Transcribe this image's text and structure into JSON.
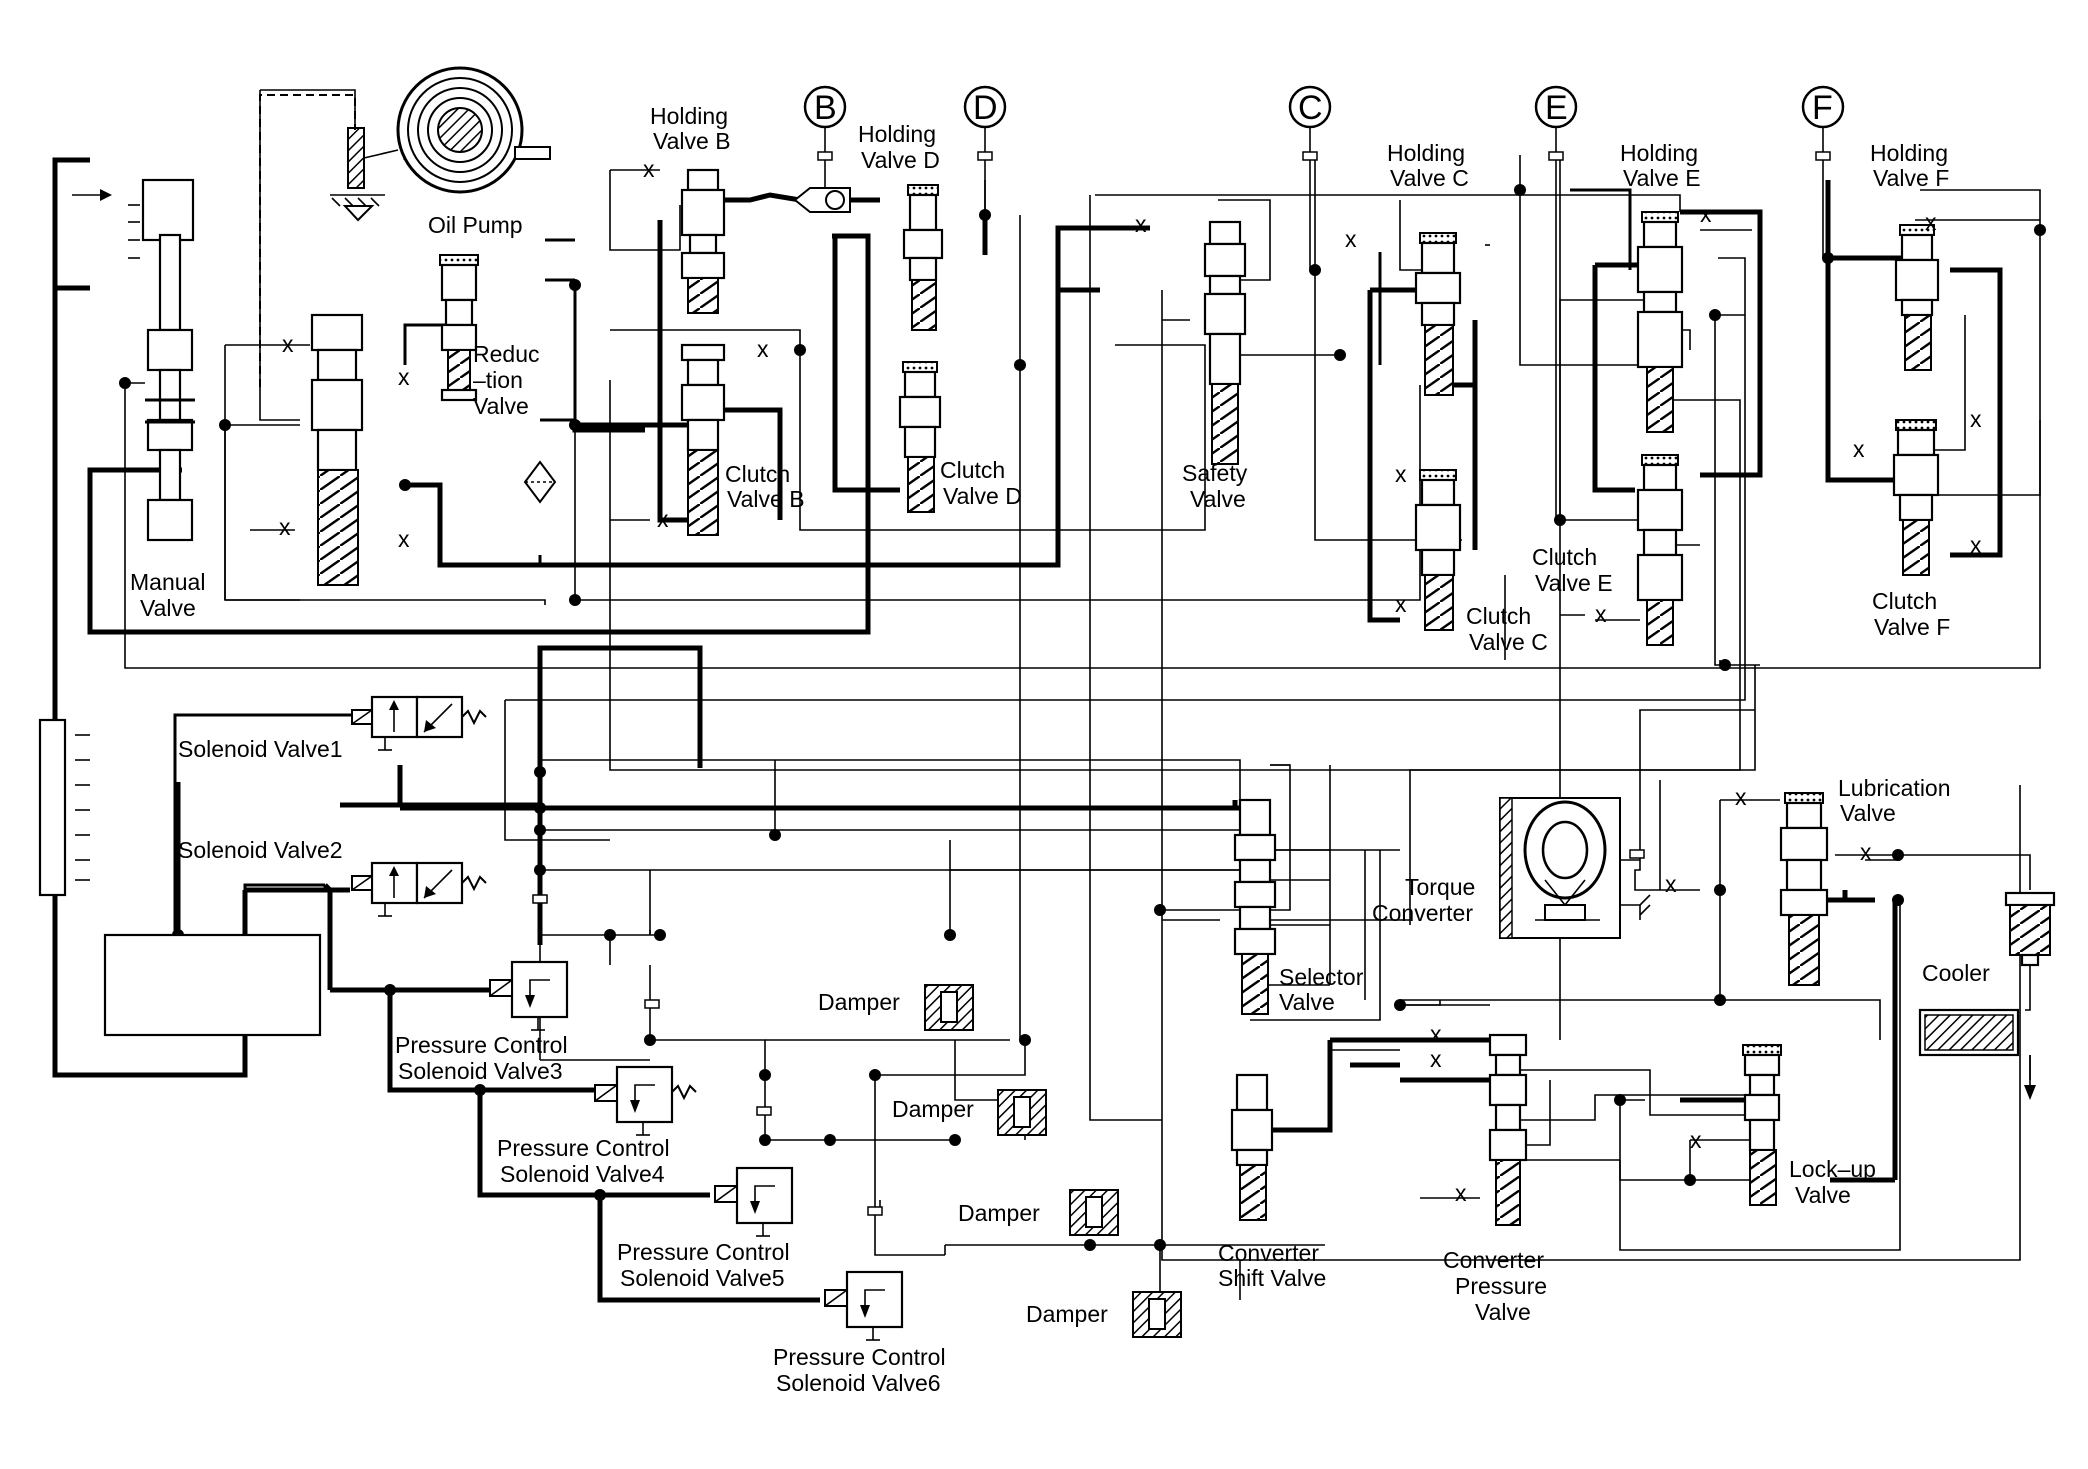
{
  "components": {
    "oil_pump": "Oil Pump",
    "reduction_valve": [
      "Reduc",
      "–tion",
      "Valve"
    ],
    "manual_valve": [
      "Manual",
      "Valve"
    ],
    "holding_valve_b": [
      "Holding",
      "Valve B"
    ],
    "holding_valve_d": [
      "Holding",
      "Valve D"
    ],
    "holding_valve_c": [
      "Holding",
      "Valve C"
    ],
    "holding_valve_e": [
      "Holding",
      "Valve E"
    ],
    "holding_valve_f": [
      "Holding",
      "Valve F"
    ],
    "clutch_valve_b": [
      "Clutch",
      "Valve B"
    ],
    "clutch_valve_d": [
      "Clutch",
      "Valve D"
    ],
    "clutch_valve_c": [
      "Clutch",
      "Valve C"
    ],
    "clutch_valve_e": [
      "Clutch",
      "Valve E"
    ],
    "clutch_valve_f": [
      "Clutch",
      "Valve F"
    ],
    "safety_valve": [
      "Safety",
      "Valve"
    ],
    "solenoid_valve_1": "Solenoid Valve1",
    "solenoid_valve_2": "Solenoid Valve2",
    "pcsv3": [
      "Pressure Control",
      "Solenoid Valve3"
    ],
    "pcsv4": [
      "Pressure Control",
      "Solenoid Valve4"
    ],
    "pcsv5": [
      "Pressure Control",
      "Solenoid Valve5"
    ],
    "pcsv6": [
      "Pressure Control",
      "Solenoid Valve6"
    ],
    "damper": "Damper",
    "selector_valve": [
      "Selector",
      "Valve"
    ],
    "torque_converter": [
      "Torque",
      "Converter"
    ],
    "lubrication_valve": [
      "Lubrication",
      "Valve"
    ],
    "cooler": "Cooler",
    "converter_shift_valve": [
      "Converter",
      "Shift Valve"
    ],
    "converter_pressure_valve": [
      "Converter",
      "Pressure",
      "Valve"
    ],
    "lockup_valve": [
      "Lock–up",
      "Valve"
    ]
  },
  "clutch_markers": [
    "B",
    "D",
    "C",
    "E",
    "F"
  ]
}
